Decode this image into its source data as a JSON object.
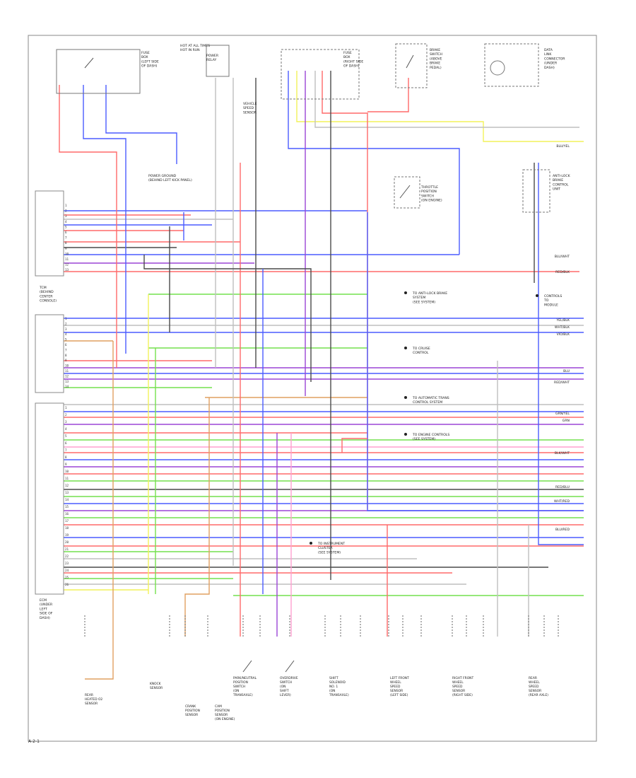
{
  "page_label": "A-2-1",
  "wire_colors": {
    "RED": "#ff6a6a",
    "BLU": "#4b5cff",
    "VIO": "#9b45d6",
    "YEL": "#f2f25a",
    "GRN": "#74e04e",
    "BLK": "#4a4a4a",
    "GRY": "#bfbfbf",
    "ORN": "#e0a060",
    "WHT": "#d9d9d9",
    "PNK": "#ff9fcf"
  },
  "components": [
    {
      "id": "junction-block-top",
      "lines": [
        "HOT AT ALL TIMES",
        "HOT IN RUN"
      ]
    },
    {
      "id": "power-relay",
      "lines": [
        "POWER",
        "RELAY"
      ]
    },
    {
      "id": "fuse-box-left",
      "lines": [
        "FUSE",
        "BOX",
        "(LEFT SIDE",
        "OF DASH)"
      ]
    },
    {
      "id": "fuse-box-right",
      "lines": [
        "FUSE",
        "BOX",
        "(RIGHT SIDE",
        "OF DASH)"
      ]
    },
    {
      "id": "brake-switch",
      "lines": [
        "BRAKE",
        "SWITCH",
        "(ABOVE",
        "BRAKE",
        "PEDAL)"
      ]
    },
    {
      "id": "data-link",
      "lines": [
        "DATA",
        "LINK",
        "CONNECTOR",
        "(UNDER",
        "DASH)"
      ]
    },
    {
      "id": "ground-splice",
      "lines": [
        "POWER GROUND",
        "(BEHIND LEFT KICK PANEL)"
      ]
    },
    {
      "id": "tcm",
      "lines": [
        "TCM",
        "(BEHIND",
        "CENTER",
        "CONSOLE)"
      ]
    },
    {
      "id": "ecm",
      "lines": [
        "ECM",
        "(UNDER",
        "LEFT",
        "SIDE OF",
        "DASH)"
      ]
    },
    {
      "id": "throttle-switch",
      "lines": [
        "THROTTLE",
        "POSITION",
        "SWITCH",
        "(ON ENGINE)"
      ]
    },
    {
      "id": "abs-unit",
      "lines": [
        "ANTI-LOCK",
        "BRAKE",
        "CONTROL",
        "UNIT"
      ]
    },
    {
      "id": "speed-sensor",
      "lines": [
        "VEHICLE",
        "SPEED",
        "SENSOR"
      ]
    }
  ],
  "side_labels": [
    {
      "id": "to-abs",
      "lines": [
        "TO ANTI-LOCK BRAKE",
        "SYSTEM",
        "(SEE SYSTEM)"
      ]
    },
    {
      "id": "to-cruise",
      "lines": [
        "TO CRUISE",
        "CONTROL"
      ]
    },
    {
      "id": "to-auto-trans",
      "lines": [
        "TO AUTOMATIC TRANS",
        "CONTROL SYSTEM"
      ]
    },
    {
      "id": "to-engine",
      "lines": [
        "TO ENGINE CONTROLS",
        "(SEE SYSTEM)"
      ]
    },
    {
      "id": "to-instrument",
      "lines": [
        "TO INSTRUMENT",
        "CLUSTER",
        "(SEE SYSTEM)"
      ]
    },
    {
      "id": "right-note",
      "lines": [
        "CONTROLS",
        "TO",
        "MODULE"
      ]
    }
  ],
  "bottom_devices": [
    {
      "id": "rear-heated-sensor",
      "lines": [
        "REAR",
        "HEATED O2",
        "SENSOR"
      ]
    },
    {
      "id": "knock-sensor",
      "lines": [
        "KNOCK",
        "SENSOR"
      ]
    },
    {
      "id": "crank-sensor",
      "lines": [
        "CRANK",
        "POSITION",
        "SENSOR"
      ]
    },
    {
      "id": "cam-sensor",
      "lines": [
        "CAM",
        "POSITION",
        "SENSOR",
        "(ON ENGINE)"
      ]
    },
    {
      "id": "park-neutral",
      "lines": [
        "PARK/NEUTRAL",
        "POSITION",
        "SWITCH",
        "(ON",
        "TRANSAXLE)"
      ]
    },
    {
      "id": "overdrive-switch",
      "lines": [
        "OVERDRIVE",
        "SWITCH",
        "(ON",
        "SHIFT",
        "LEVER)"
      ]
    },
    {
      "id": "solenoid-1",
      "lines": [
        "SHIFT",
        "SOLENOID",
        "NO. 1",
        "(ON",
        "TRANSAXLE)"
      ]
    },
    {
      "id": "left-front-wss",
      "lines": [
        "LEFT FRONT",
        "WHEEL",
        "SPEED",
        "SENSOR",
        "(LEFT SIDE)"
      ]
    },
    {
      "id": "right-front-wss",
      "lines": [
        "RIGHT FRONT",
        "WHEEL",
        "SPEED",
        "SENSOR",
        "(RIGHT SIDE)"
      ]
    },
    {
      "id": "rear-wss",
      "lines": [
        "REAR",
        "WHEEL",
        "SPEED",
        "SENSOR",
        "(REAR AXLE)"
      ]
    }
  ],
  "right_tags": [
    "BLU/YEL",
    "BLU/WHT",
    "RED/BLK",
    "YEL/BLK",
    "WHT/BLK",
    "VIO/BLK",
    "BLU",
    "RED/WHT",
    "GRN/YEL",
    "GRN",
    "BLK/WHT",
    "RED/BLU",
    "WHT/RED",
    "BLU/RED"
  ],
  "connector_pins_top": [
    "1",
    "2",
    "3",
    "4",
    "5",
    "6",
    "7",
    "8",
    "9",
    "10",
    "11",
    "12",
    "13"
  ],
  "connector_pins_mid": [
    "1",
    "2",
    "3",
    "4",
    "5",
    "6",
    "7",
    "8",
    "9",
    "10",
    "11",
    "12",
    "13",
    "14"
  ],
  "connector_pins_bottom": [
    "1",
    "2",
    "3",
    "4",
    "5",
    "6",
    "7",
    "8",
    "9",
    "10",
    "11",
    "12",
    "13",
    "14",
    "15",
    "16",
    "17",
    "18",
    "19",
    "20",
    "21",
    "22",
    "23",
    "24",
    "25",
    "26"
  ]
}
